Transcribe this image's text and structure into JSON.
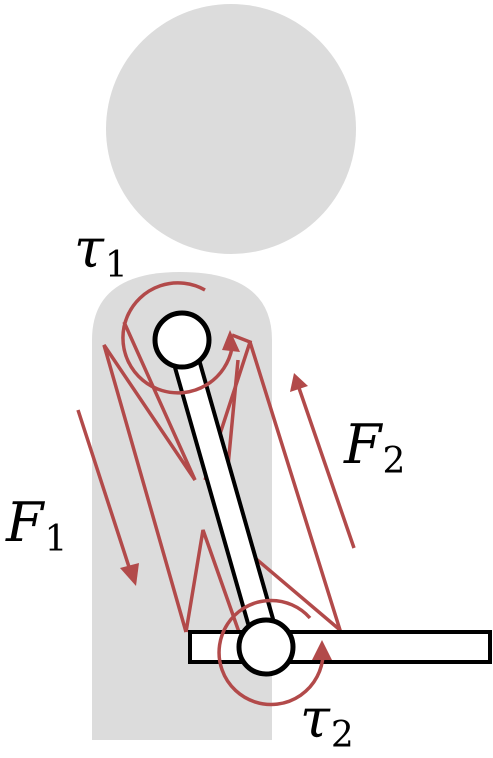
{
  "labels": {
    "tau1": {
      "symbol": "τ",
      "subscript": "1"
    },
    "tau2": {
      "symbol": "τ",
      "subscript": "2"
    },
    "f1": {
      "symbol": "F",
      "subscript": "1"
    },
    "f2": {
      "symbol": "F",
      "subscript": "2"
    }
  },
  "colors": {
    "body": "#dcdcdc",
    "muscle": "#b24a4a",
    "limb_outline": "#000000",
    "limb_fill": "#ffffff"
  }
}
